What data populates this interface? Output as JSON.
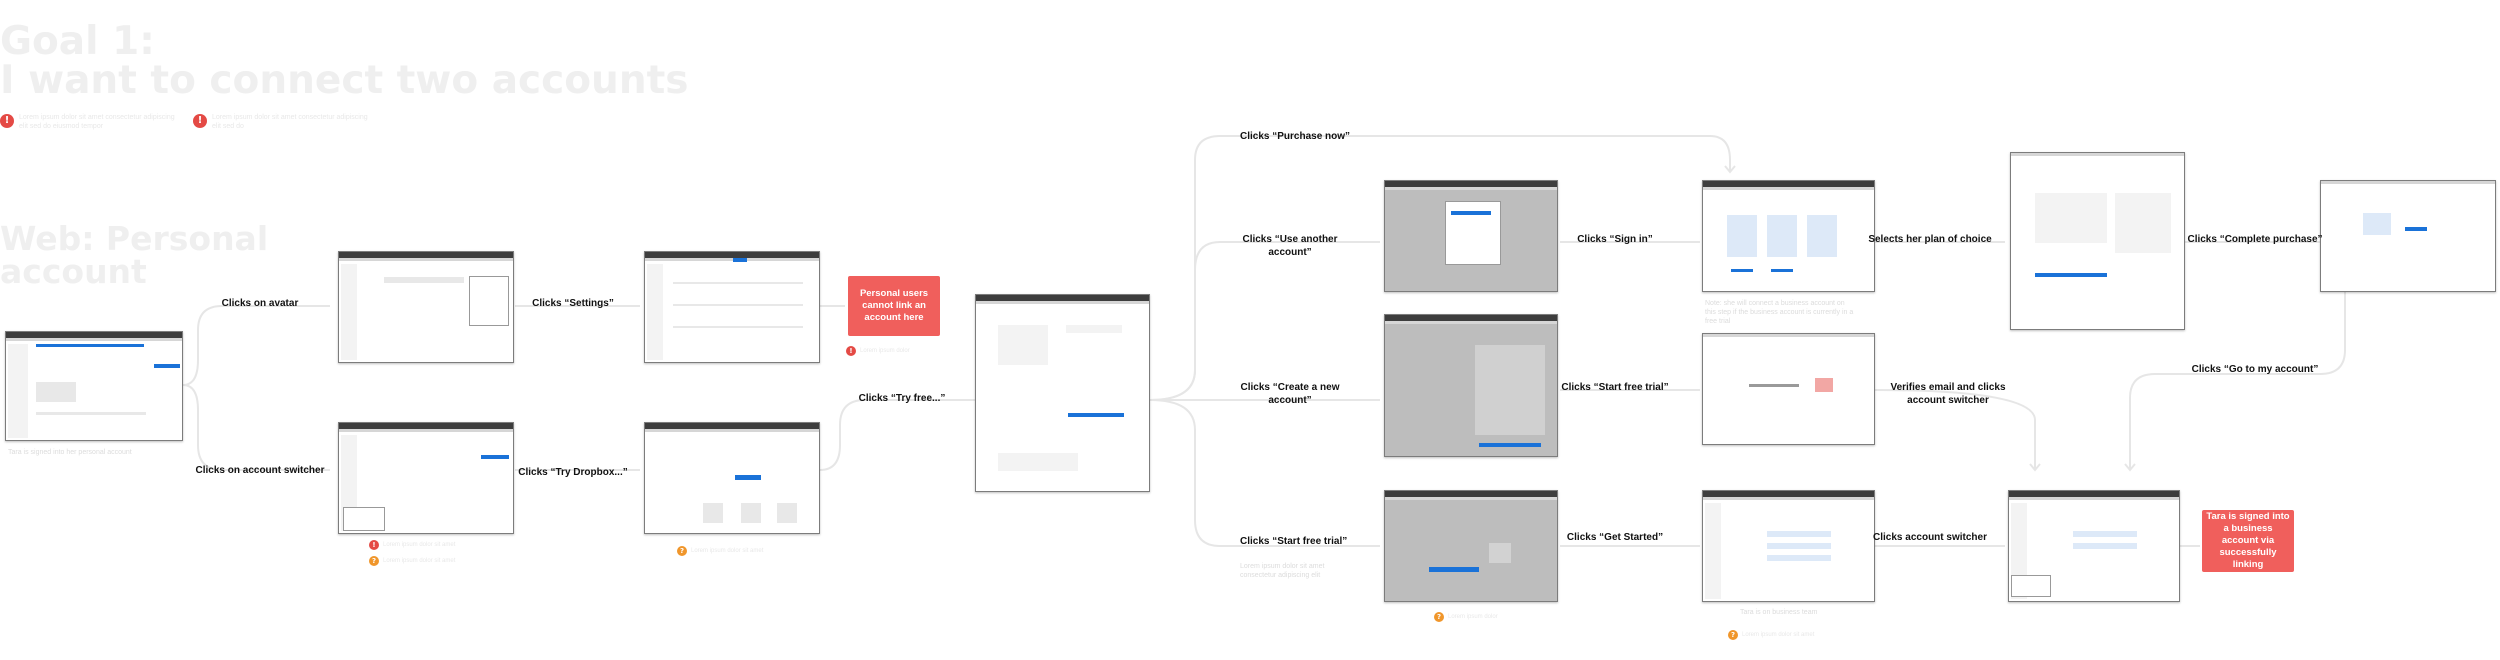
{
  "goal_title": [
    "Goal 1:",
    "I want to connect two accounts"
  ],
  "section_title": [
    "Web: Personal",
    "account"
  ],
  "top_notes": [
    {
      "icon": "!",
      "text": "Lorem ipsum dolor sit amet consectetur adipiscing elit sed do eiusmod tempor"
    },
    {
      "icon": "!",
      "text": "Lorem ipsum dolor sit amet consectetur adipiscing elit sed do"
    }
  ],
  "start_caption": "Tara is signed into her personal account",
  "flow_labels": {
    "clicks_avatar": "Clicks on avatar",
    "clicks_settings": "Clicks “Settings”",
    "clicks_account_switcher": "Clicks on account switcher",
    "clicks_try_dropbox": "Clicks “Try Dropbox...”",
    "clicks_try_free": "Clicks “Try free...”",
    "clicks_purchase_now": "Clicks “Purchase now”",
    "clicks_use_another": "Clicks “Use another account”",
    "clicks_create_new": "Clicks “Create a new account”",
    "clicks_start_free_trial": "Clicks “Start free trial”",
    "clicks_sign_in": "Clicks “Sign in”",
    "clicks_start_free_trial_2": "Clicks “Start free trial”",
    "clicks_get_started": "Clicks “Get Started”",
    "selects_plan": "Selects her plan of choice",
    "verifies_email": "Verifies email and clicks account switcher",
    "clicks_account_switcher_2": "Clicks account switcher",
    "clicks_complete_purchase": "Clicks “Complete purchase”",
    "clicks_go_to_account": "Clicks “Go to my account”"
  },
  "callouts": {
    "personal_users": "Personal users cannot link an account here",
    "tara_signed_in": "Tara is signed into a business account via successfully linking"
  },
  "sign_in_note": "Note: she will connect a business account on this step if the business account is currently in a free trial",
  "start_trial_caption": "Lorem ipsum dolor sit amet consectetur adipiscing elit",
  "get_started_caption": "Tara is on business team",
  "small_notes": [
    {
      "icon": "!",
      "text": "Lorem ipsum dolor sit amet"
    },
    {
      "icon": "?",
      "text": "Lorem ipsum dolor sit amet"
    },
    {
      "icon": "!",
      "text": "Lorem ipsum dolor"
    },
    {
      "icon": "?",
      "text": "Lorem ipsum dolor sit amet"
    },
    {
      "icon": "?",
      "text": "Lorem ipsum dolor"
    },
    {
      "icon": "?",
      "text": "Lorem ipsum dolor sit amet"
    }
  ],
  "colors": {
    "callout": "#f05f5c",
    "error_icon": "#e44a45",
    "question_icon": "#f0962b",
    "connector": "#e6e6e6",
    "title": "#efefef"
  }
}
